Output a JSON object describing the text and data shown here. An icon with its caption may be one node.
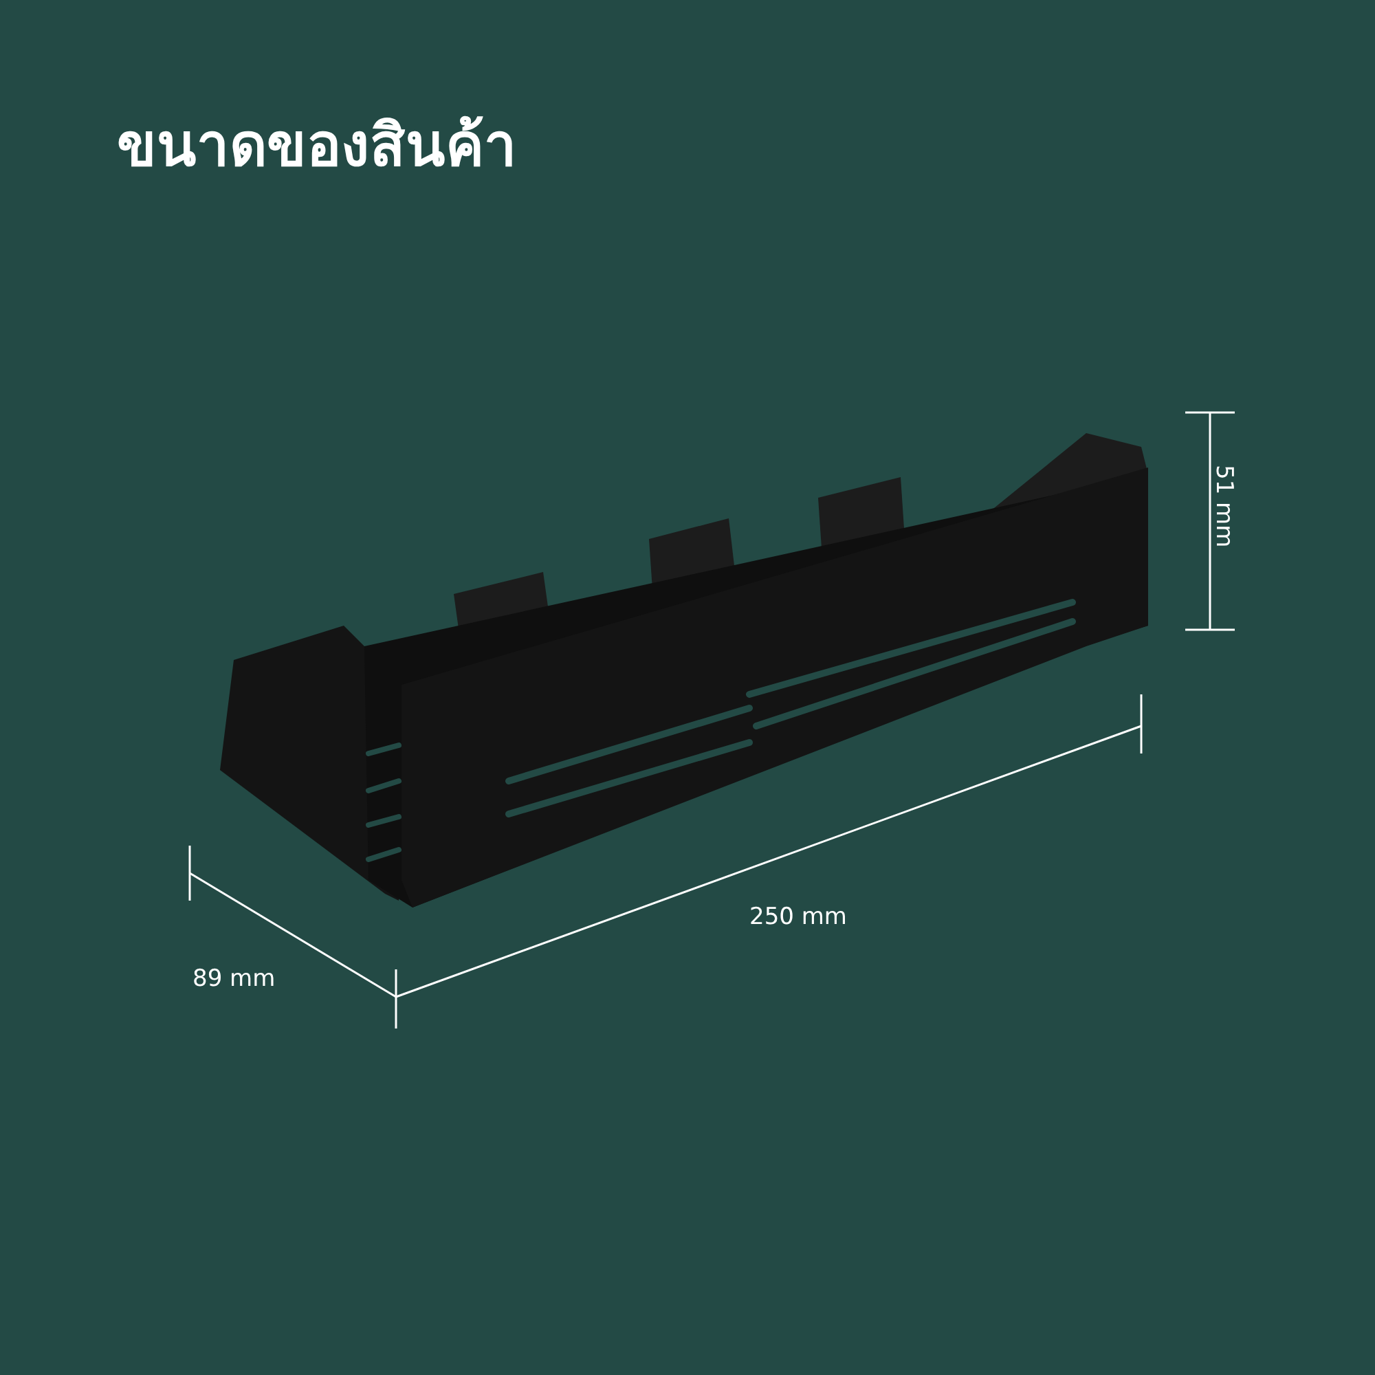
{
  "diagram": {
    "title": "ขนาดของสินค้า",
    "labels": [
      "51 mm",
      "250 mm",
      "89 mm"
    ]
  }
}
